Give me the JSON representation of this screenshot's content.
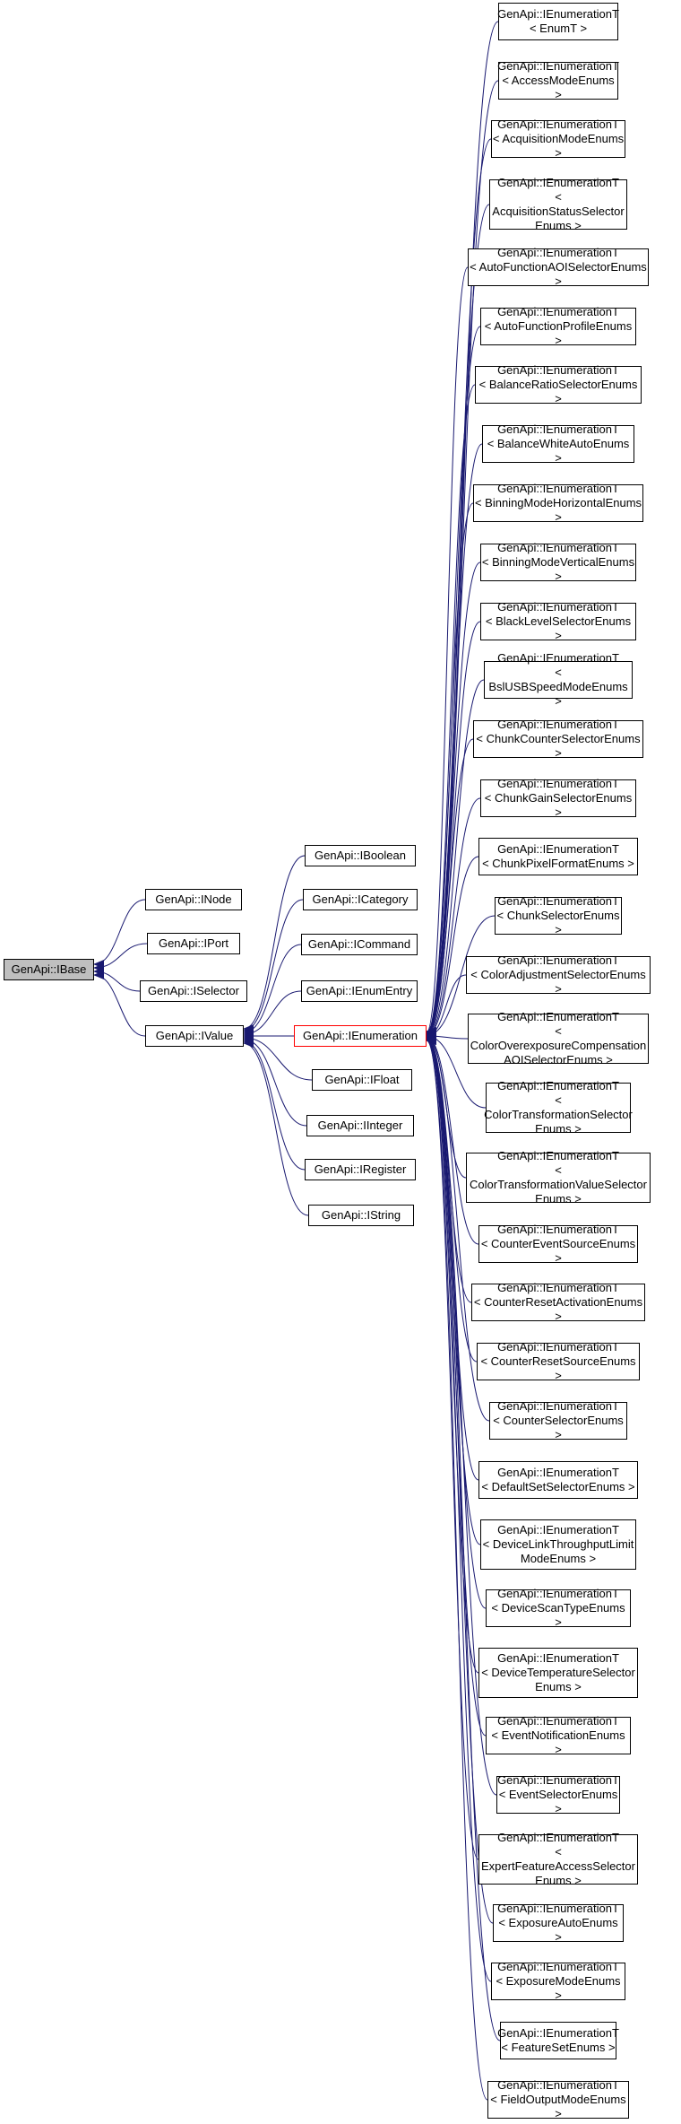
{
  "nodes": {
    "ibase": "GenApi::IBase",
    "inode": "GenApi::INode",
    "iport": "GenApi::IPort",
    "iselector": "GenApi::ISelector",
    "ivalue": "GenApi::IValue",
    "iboolean": "GenApi::IBoolean",
    "icategory": "GenApi::ICategory",
    "icommand": "GenApi::ICommand",
    "ienumentry": "GenApi::IEnumEntry",
    "ienumeration": "GenApi::IEnumeration",
    "ifloat": "GenApi::IFloat",
    "iinteger": "GenApi::IInteger",
    "iregister": "GenApi::IRegister",
    "istring": "GenApi::IString"
  },
  "enum_templates": [
    "GenApi::IEnumerationT\n< EnumT >",
    "GenApi::IEnumerationT\n< AccessModeEnums >",
    "GenApi::IEnumerationT\n< AcquisitionModeEnums >",
    "GenApi::IEnumerationT\n< AcquisitionStatusSelector\nEnums >",
    "GenApi::IEnumerationT\n< AutoFunctionAOISelectorEnums >",
    "GenApi::IEnumerationT\n< AutoFunctionProfileEnums >",
    "GenApi::IEnumerationT\n< BalanceRatioSelectorEnums >",
    "GenApi::IEnumerationT\n< BalanceWhiteAutoEnums >",
    "GenApi::IEnumerationT\n< BinningModeHorizontalEnums >",
    "GenApi::IEnumerationT\n< BinningModeVerticalEnums >",
    "GenApi::IEnumerationT\n< BlackLevelSelectorEnums >",
    "GenApi::IEnumerationT\n< BslUSBSpeedModeEnums >",
    "GenApi::IEnumerationT\n< ChunkCounterSelectorEnums >",
    "GenApi::IEnumerationT\n< ChunkGainSelectorEnums >",
    "GenApi::IEnumerationT\n< ChunkPixelFormatEnums >",
    "GenApi::IEnumerationT\n< ChunkSelectorEnums >",
    "GenApi::IEnumerationT\n< ColorAdjustmentSelectorEnums >",
    "GenApi::IEnumerationT\n< ColorOverexposureCompensation\nAOISelectorEnums >",
    "GenApi::IEnumerationT\n< ColorTransformationSelector\nEnums >",
    "GenApi::IEnumerationT\n< ColorTransformationValueSelector\nEnums >",
    "GenApi::IEnumerationT\n< CounterEventSourceEnums >",
    "GenApi::IEnumerationT\n< CounterResetActivationEnums >",
    "GenApi::IEnumerationT\n< CounterResetSourceEnums >",
    "GenApi::IEnumerationT\n< CounterSelectorEnums >",
    "GenApi::IEnumerationT\n< DefaultSetSelectorEnums >",
    "GenApi::IEnumerationT\n< DeviceLinkThroughputLimit\nModeEnums >",
    "GenApi::IEnumerationT\n< DeviceScanTypeEnums >",
    "GenApi::IEnumerationT\n< DeviceTemperatureSelector\nEnums >",
    "GenApi::IEnumerationT\n< EventNotificationEnums >",
    "GenApi::IEnumerationT\n< EventSelectorEnums >",
    "GenApi::IEnumerationT\n< ExpertFeatureAccessSelector\nEnums >",
    "GenApi::IEnumerationT\n< ExposureAutoEnums >",
    "GenApi::IEnumerationT\n< ExposureModeEnums >",
    "GenApi::IEnumerationT\n< FeatureSetEnums >",
    "GenApi::IEnumerationT\n< FieldOutputModeEnums >"
  ],
  "colors": {
    "edge": "#191970",
    "highlight_border": "#ff0000",
    "selected_fill": "#bfbfbf"
  }
}
